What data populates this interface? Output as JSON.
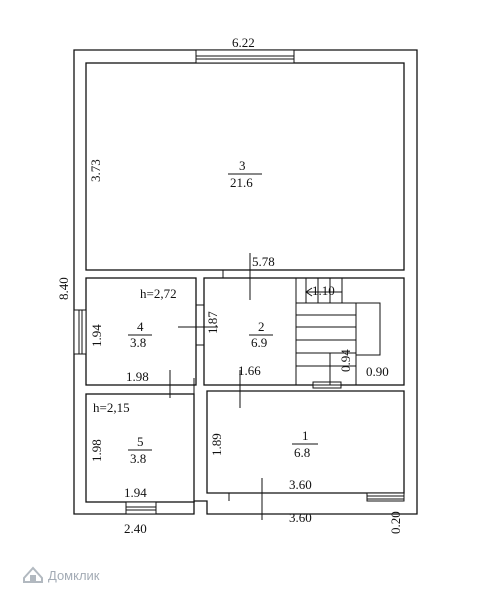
{
  "dimensions": {
    "top_width": "6.22",
    "left_height": "8.40",
    "room3_height": "3.73",
    "inner_width": "5.78",
    "ceiling_h1": "h=2,72",
    "room4_height": "1.94",
    "room4_width": "1.98",
    "room2_height": "1.87",
    "room2_width": "1.66",
    "stair_width": "1.10",
    "stair_depth": "0.94",
    "stair_offset": "0.90",
    "ceiling_h2": "h=2,15",
    "room5_height": "1.98",
    "room5_width": "1.94",
    "room1_height": "1.89",
    "room1_width_inner": "3.60",
    "room1_width_outer": "3.60",
    "bottom_left_width": "2.40",
    "right_offset": "0.20"
  },
  "rooms": {
    "room3": {
      "number": "3",
      "area": "21.6"
    },
    "room4": {
      "number": "4",
      "area": "3.8"
    },
    "room2": {
      "number": "2",
      "area": "6.9"
    },
    "room5": {
      "number": "5",
      "area": "3.8"
    },
    "room1": {
      "number": "1",
      "area": "6.8"
    }
  },
  "watermark": {
    "brand": "Домклик",
    "icon": "house-logo-icon"
  }
}
